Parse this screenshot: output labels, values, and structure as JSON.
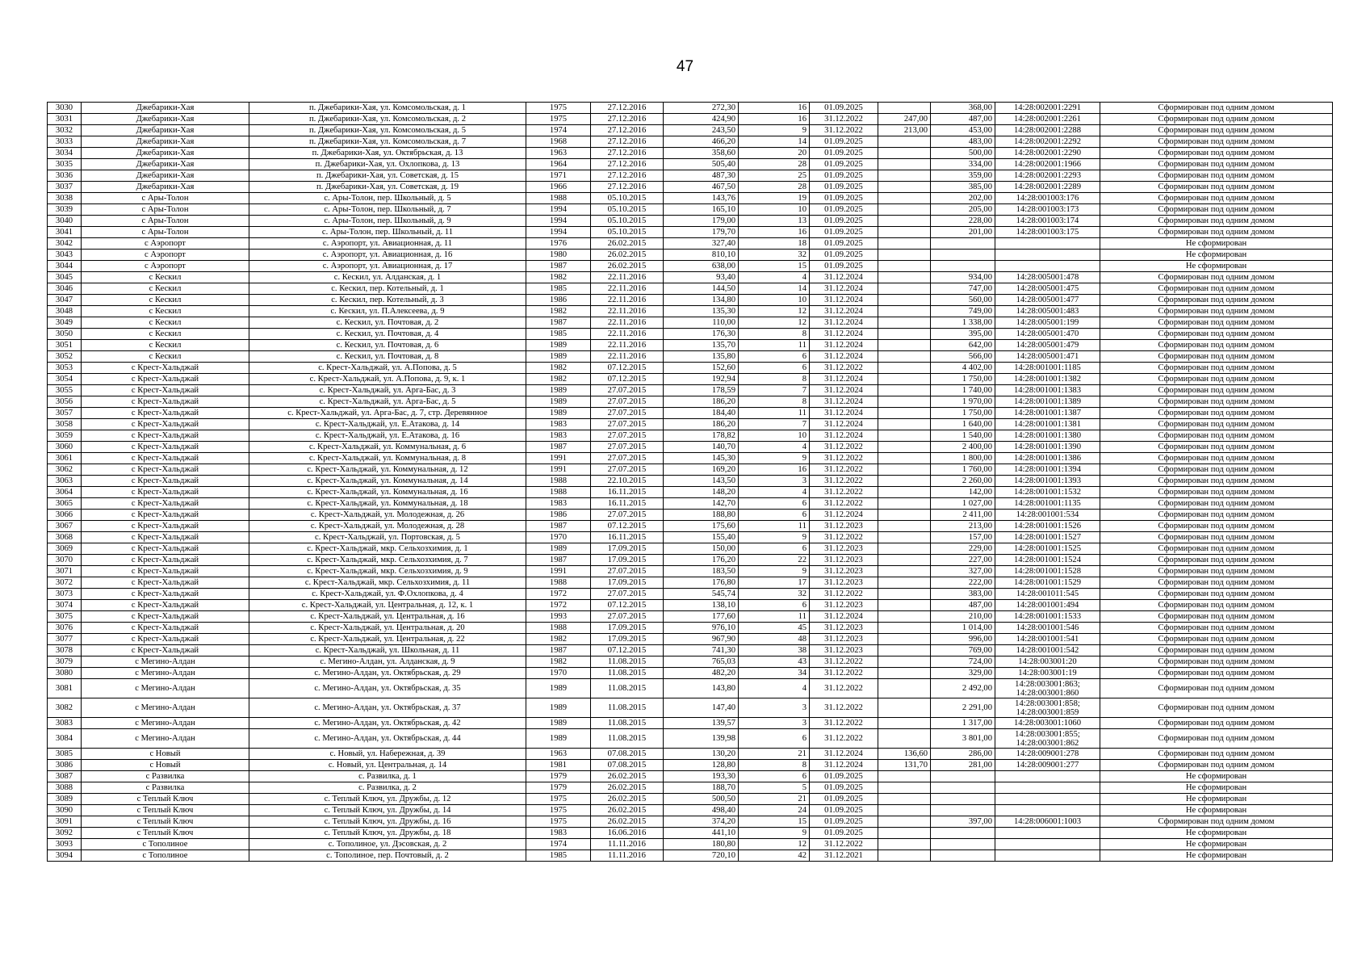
{
  "page_number": "47",
  "rows": [
    [
      "3030",
      "Джебарики-Хая",
      "п. Джебарики-Хая, ул. Комсомольская, д. 1",
      "1975",
      "27.12.2016",
      "272,30",
      "16",
      "01.09.2025",
      "",
      "368,00",
      "14:28:002001:2291",
      "Сформирован под одним домом"
    ],
    [
      "3031",
      "Джебарики-Хая",
      "п. Джебарики-Хая, ул. Комсомольская, д. 2",
      "1975",
      "27.12.2016",
      "424,90",
      "16",
      "31.12.2022",
      "247,00",
      "487,00",
      "14:28:002001:2261",
      "Сформирован под одним домом"
    ],
    [
      "3032",
      "Джебарики-Хая",
      "п. Джебарики-Хая, ул. Комсомольская, д. 5",
      "1974",
      "27.12.2016",
      "243,50",
      "9",
      "31.12.2022",
      "213,00",
      "453,00",
      "14:28:002001:2288",
      "Сформирован под одним домом"
    ],
    [
      "3033",
      "Джебарики-Хая",
      "п. Джебарики-Хая, ул. Комсомольская, д. 7",
      "1968",
      "27.12.2016",
      "466,20",
      "14",
      "01.09.2025",
      "",
      "483,00",
      "14:28:002001:2292",
      "Сформирован под одним домом"
    ],
    [
      "3034",
      "Джебарики-Хая",
      "п. Джебарики-Хая, ул. Октябрьская, д. 13",
      "1963",
      "27.12.2016",
      "358,60",
      "20",
      "01.09.2025",
      "",
      "500,00",
      "14:28:002001:2290",
      "Сформирован под одним домом"
    ],
    [
      "3035",
      "Джебарики-Хая",
      "п. Джебарики-Хая, ул. Охлопкова, д. 13",
      "1964",
      "27.12.2016",
      "505,40",
      "28",
      "01.09.2025",
      "",
      "334,00",
      "14:28:002001:1966",
      "Сформирован под одним домом"
    ],
    [
      "3036",
      "Джебарики-Хая",
      "п. Джебарики-Хая, ул. Советская, д. 15",
      "1971",
      "27.12.2016",
      "487,30",
      "25",
      "01.09.2025",
      "",
      "359,00",
      "14:28:002001:2293",
      "Сформирован под одним домом"
    ],
    [
      "3037",
      "Джебарики-Хая",
      "п. Джебарики-Хая, ул. Советская, д. 19",
      "1966",
      "27.12.2016",
      "467,50",
      "28",
      "01.09.2025",
      "",
      "385,00",
      "14:28:002001:2289",
      "Сформирован под одним домом"
    ],
    [
      "3038",
      "с Ары-Толон",
      "с. Ары-Толон, пер. Школьный, д. 5",
      "1988",
      "05.10.2015",
      "143,76",
      "19",
      "01.09.2025",
      "",
      "202,00",
      "14:28:001003:176",
      "Сформирован под одним домом"
    ],
    [
      "3039",
      "с Ары-Толон",
      "с. Ары-Толон, пер. Школьный, д. 7",
      "1994",
      "05.10.2015",
      "165,10",
      "10",
      "01.09.2025",
      "",
      "205,00",
      "14:28:001003:173",
      "Сформирован под одним домом"
    ],
    [
      "3040",
      "с Ары-Толон",
      "с. Ары-Толон, пер. Школьный, д. 9",
      "1994",
      "05.10.2015",
      "179,00",
      "13",
      "01.09.2025",
      "",
      "228,00",
      "14:28:001003:174",
      "Сформирован под одним домом"
    ],
    [
      "3041",
      "с Ары-Толон",
      "с. Ары-Толон, пер. Школьный, д. 11",
      "1994",
      "05.10.2015",
      "179,70",
      "16",
      "01.09.2025",
      "",
      "201,00",
      "14:28:001003:175",
      "Сформирован под одним домом"
    ],
    [
      "3042",
      "с Аэропорт",
      "с. Аэропорт, ул. Авиационная, д. 11",
      "1976",
      "26.02.2015",
      "327,40",
      "18",
      "01.09.2025",
      "",
      "",
      "",
      "Не сформирован"
    ],
    [
      "3043",
      "с Аэропорт",
      "с. Аэропорт, ул. Авиационная, д. 16",
      "1980",
      "26.02.2015",
      "810,10",
      "32",
      "01.09.2025",
      "",
      "",
      "",
      "Не сформирован"
    ],
    [
      "3044",
      "с Аэропорт",
      "с. Аэропорт, ул. Авиационная, д. 17",
      "1987",
      "26.02.2015",
      "638,00",
      "15",
      "01.09.2025",
      "",
      "",
      "",
      "Не сформирован"
    ],
    [
      "3045",
      "с Кескил",
      "с. Кескил, ул. Алданская, д. 1",
      "1982",
      "22.11.2016",
      "93,40",
      "4",
      "31.12.2024",
      "",
      "934,00",
      "14:28:005001:478",
      "Сформирован под одним домом"
    ],
    [
      "3046",
      "с Кескил",
      "с. Кескил, пер. Котельный, д. 1",
      "1985",
      "22.11.2016",
      "144,50",
      "14",
      "31.12.2024",
      "",
      "747,00",
      "14:28:005001:475",
      "Сформирован под одним домом"
    ],
    [
      "3047",
      "с Кескил",
      "с. Кескил, пер. Котельный, д. 3",
      "1986",
      "22.11.2016",
      "134,80",
      "10",
      "31.12.2024",
      "",
      "560,00",
      "14:28:005001:477",
      "Сформирован под одним домом"
    ],
    [
      "3048",
      "с Кескил",
      "с. Кескил, ул. П.Алексеева, д. 9",
      "1982",
      "22.11.2016",
      "135,30",
      "12",
      "31.12.2024",
      "",
      "749,00",
      "14:28:005001:483",
      "Сформирован под одним домом"
    ],
    [
      "3049",
      "с Кескил",
      "с. Кескил, ул. Почтовая, д. 2",
      "1987",
      "22.11.2016",
      "110,00",
      "12",
      "31.12.2024",
      "",
      "1 338,00",
      "14:28:005001:199",
      "Сформирован под одним домом"
    ],
    [
      "3050",
      "с Кескил",
      "с. Кескил, ул. Почтовая, д. 4",
      "1985",
      "22.11.2016",
      "176,30",
      "8",
      "31.12.2024",
      "",
      "395,00",
      "14:28:005001:470",
      "Сформирован под одним домом"
    ],
    [
      "3051",
      "с Кескил",
      "с. Кескил, ул. Почтовая, д. 6",
      "1989",
      "22.11.2016",
      "135,70",
      "11",
      "31.12.2024",
      "",
      "642,00",
      "14:28:005001:479",
      "Сформирован под одним домом"
    ],
    [
      "3052",
      "с Кескил",
      "с. Кескил, ул. Почтовая, д. 8",
      "1989",
      "22.11.2016",
      "135,80",
      "6",
      "31.12.2024",
      "",
      "566,00",
      "14:28:005001:471",
      "Сформирован под одним домом"
    ],
    [
      "3053",
      "с Крест-Хальджай",
      "с. Крест-Хальджай, ул. А.Попова, д. 5",
      "1982",
      "07.12.2015",
      "152,60",
      "6",
      "31.12.2022",
      "",
      "4 402,00",
      "14:28:001001:1185",
      "Сформирован под одним домом"
    ],
    [
      "3054",
      "с Крест-Хальджай",
      "с. Крест-Хальджай, ул. А.Попова, д. 9, к. 1",
      "1982",
      "07.12.2015",
      "192,94",
      "8",
      "31.12.2024",
      "",
      "1 750,00",
      "14:28:001001:1382",
      "Сформирован под одним домом"
    ],
    [
      "3055",
      "с Крест-Хальджай",
      "с. Крест-Хальджай, ул. Арга-Бас, д. 3",
      "1989",
      "27.07.2015",
      "178,59",
      "7",
      "31.12.2024",
      "",
      "1 740,00",
      "14:28:001001:1383",
      "Сформирован под одним домом"
    ],
    [
      "3056",
      "с Крест-Хальджай",
      "с. Крест-Хальджай, ул. Арга-Бас, д. 5",
      "1989",
      "27.07.2015",
      "186,20",
      "8",
      "31.12.2024",
      "",
      "1 970,00",
      "14:28:001001:1389",
      "Сформирован под одним домом"
    ],
    [
      "3057",
      "с Крест-Хальджай",
      "с. Крест-Хальджай, ул. Арга-Бас, д. 7, стр. Деревянное",
      "1989",
      "27.07.2015",
      "184,40",
      "11",
      "31.12.2024",
      "",
      "1 750,00",
      "14:28:001001:1387",
      "Сформирован под одним домом"
    ],
    [
      "3058",
      "с Крест-Хальджай",
      "с. Крест-Хальджай, ул. Е.Атакова, д. 14",
      "1983",
      "27.07.2015",
      "186,20",
      "7",
      "31.12.2024",
      "",
      "1 640,00",
      "14:28:001001:1381",
      "Сформирован под одним домом"
    ],
    [
      "3059",
      "с Крест-Хальджай",
      "с. Крест-Хальджай, ул. Е.Атакова, д. 16",
      "1983",
      "27.07.2015",
      "178,82",
      "10",
      "31.12.2024",
      "",
      "1 540,00",
      "14:28:001001:1380",
      "Сформирован под одним домом"
    ],
    [
      "3060",
      "с Крест-Хальджай",
      "с. Крест-Хальджай, ул. Коммунальная, д. 6",
      "1987",
      "27.07.2015",
      "140,70",
      "4",
      "31.12.2022",
      "",
      "2 400,00",
      "14:28:001001:1390",
      "Сформирован под одним домом"
    ],
    [
      "3061",
      "с Крест-Хальджай",
      "с. Крест-Хальджай, ул. Коммунальная, д. 8",
      "1991",
      "27.07.2015",
      "145,30",
      "9",
      "31.12.2022",
      "",
      "1 800,00",
      "14:28:001001:1386",
      "Сформирован под одним домом"
    ],
    [
      "3062",
      "с Крест-Хальджай",
      "с. Крест-Хальджай, ул. Коммунальная, д. 12",
      "1991",
      "27.07.2015",
      "169,20",
      "16",
      "31.12.2022",
      "",
      "1 760,00",
      "14:28:001001:1394",
      "Сформирован под одним домом"
    ],
    [
      "3063",
      "с Крест-Хальджай",
      "с. Крест-Хальджай, ул. Коммунальная, д. 14",
      "1988",
      "22.10.2015",
      "143,50",
      "3",
      "31.12.2022",
      "",
      "2 260,00",
      "14:28:001001:1393",
      "Сформирован под одним домом"
    ],
    [
      "3064",
      "с Крест-Хальджай",
      "с. Крест-Хальджай, ул. Коммунальная, д. 16",
      "1988",
      "16.11.2015",
      "148,20",
      "4",
      "31.12.2022",
      "",
      "142,00",
      "14:28:001001:1532",
      "Сформирован под одним домом"
    ],
    [
      "3065",
      "с Крест-Хальджай",
      "с. Крест-Хальджай, ул. Коммунальная, д. 18",
      "1983",
      "16.11.2015",
      "142,70",
      "6",
      "31.12.2022",
      "",
      "1 027,00",
      "14:28:001001:1135",
      "Сформирован под одним домом"
    ],
    [
      "3066",
      "с Крест-Хальджай",
      "с. Крест-Хальджай, ул. Молодежная, д. 26",
      "1986",
      "27.07.2015",
      "188,80",
      "6",
      "31.12.2024",
      "",
      "2 411,00",
      "14:28:001001:534",
      "Сформирован под одним домом"
    ],
    [
      "3067",
      "с Крест-Хальджай",
      "с. Крест-Хальджай, ул. Молодежная, д. 28",
      "1987",
      "07.12.2015",
      "175,60",
      "11",
      "31.12.2023",
      "",
      "213,00",
      "14:28:001001:1526",
      "Сформирован под одним домом"
    ],
    [
      "3068",
      "с Крест-Хальджай",
      "с. Крест-Хальджай, ул. Портовская, д. 5",
      "1970",
      "16.11.2015",
      "155,40",
      "9",
      "31.12.2022",
      "",
      "157,00",
      "14:28:001001:1527",
      "Сформирован под одним домом"
    ],
    [
      "3069",
      "с Крест-Хальджай",
      "с. Крест-Хальджай, мкр. Сельхозхимия, д. 1",
      "1989",
      "17.09.2015",
      "150,00",
      "6",
      "31.12.2023",
      "",
      "229,00",
      "14:28:001001:1525",
      "Сформирован под одним домом"
    ],
    [
      "3070",
      "с Крест-Хальджай",
      "с. Крест-Хальджай, мкр. Сельхозхимия, д. 7",
      "1987",
      "17.09.2015",
      "176,20",
      "22",
      "31.12.2023",
      "",
      "227,00",
      "14:28:001001:1524",
      "Сформирован под одним домом"
    ],
    [
      "3071",
      "с Крест-Хальджай",
      "с. Крест-Хальджай, мкр. Сельхозхимия, д. 9",
      "1991",
      "27.07.2015",
      "183,50",
      "9",
      "31.12.2023",
      "",
      "327,00",
      "14:28:001001:1528",
      "Сформирован под одним домом"
    ],
    [
      "3072",
      "с Крест-Хальджай",
      "с. Крест-Хальджай, мкр. Сельхозхимия, д. 11",
      "1988",
      "17.09.2015",
      "176,80",
      "17",
      "31.12.2023",
      "",
      "222,00",
      "14:28:001001:1529",
      "Сформирован под одним домом"
    ],
    [
      "3073",
      "с Крест-Хальджай",
      "с. Крест-Хальджай, ул. Ф.Охлопкова, д. 4",
      "1972",
      "27.07.2015",
      "545,74",
      "32",
      "31.12.2022",
      "",
      "383,00",
      "14:28:001011:545",
      "Сформирован под одним домом"
    ],
    [
      "3074",
      "с Крест-Хальджай",
      "с. Крест-Хальджай, ул. Центральная, д. 12, к. 1",
      "1972",
      "07.12.2015",
      "138,10",
      "6",
      "31.12.2023",
      "",
      "487,00",
      "14:28:001001:494",
      "Сформирован под одним домом"
    ],
    [
      "3075",
      "с Крест-Хальджай",
      "с. Крест-Хальджай, ул. Центральная, д. 16",
      "1993",
      "27.07.2015",
      "177,60",
      "11",
      "31.12.2024",
      "",
      "210,00",
      "14:28:001001:1533",
      "Сформирован под одним домом"
    ],
    [
      "3076",
      "с Крест-Хальджай",
      "с. Крест-Хальджай, ул. Центральная, д. 20",
      "1988",
      "17.09.2015",
      "976,10",
      "45",
      "31.12.2023",
      "",
      "1 014,00",
      "14:28:001001:546",
      "Сформирован под одним домом"
    ],
    [
      "3077",
      "с Крест-Хальджай",
      "с. Крест-Хальджай, ул. Центральная, д. 22",
      "1982",
      "17.09.2015",
      "967,90",
      "48",
      "31.12.2023",
      "",
      "996,00",
      "14:28:001001:541",
      "Сформирован под одним домом"
    ],
    [
      "3078",
      "с Крест-Хальджай",
      "с. Крест-Хальджай, ул. Школьная, д. 11",
      "1987",
      "07.12.2015",
      "741,30",
      "38",
      "31.12.2023",
      "",
      "769,00",
      "14:28:001001:542",
      "Сформирован под одним домом"
    ],
    [
      "3079",
      "с Мегино-Алдан",
      "с. Мегино-Алдан, ул. Алданская, д. 9",
      "1982",
      "11.08.2015",
      "765,03",
      "43",
      "31.12.2022",
      "",
      "724,00",
      "14:28:003001:20",
      "Сформирован под одним домом"
    ],
    [
      "3080",
      "с Мегино-Алдан",
      "с. Мегино-Алдан, ул. Октябрьская, д. 29",
      "1970",
      "11.08.2015",
      "482,20",
      "34",
      "31.12.2022",
      "",
      "329,00",
      "14:28:003001:19",
      "Сформирован под одним домом"
    ],
    [
      "3081",
      "с Мегино-Алдан",
      "с. Мегино-Алдан, ул. Октябрьская, д. 35",
      "1989",
      "11.08.2015",
      "143,80",
      "4",
      "31.12.2022",
      "",
      "2 492,00",
      "14:28:003001:863; 14:28:003001:860",
      "Сформирован под одним домом"
    ],
    [
      "3082",
      "с Мегино-Алдан",
      "с. Мегино-Алдан, ул. Октябрьская, д. 37",
      "1989",
      "11.08.2015",
      "147,40",
      "3",
      "31.12.2022",
      "",
      "2 291,00",
      "14:28:003001:858; 14:28:003001:859",
      "Сформирован под одним домом"
    ],
    [
      "3083",
      "с Мегино-Алдан",
      "с. Мегино-Алдан, ул. Октябрьская, д. 42",
      "1989",
      "11.08.2015",
      "139,57",
      "3",
      "31.12.2022",
      "",
      "1 317,00",
      "14:28:003001:1060",
      "Сформирован под одним домом"
    ],
    [
      "3084",
      "с Мегино-Алдан",
      "с. Мегино-Алдан, ул. Октябрьская, д. 44",
      "1989",
      "11.08.2015",
      "139,98",
      "6",
      "31.12.2022",
      "",
      "3 801,00",
      "14:28:003001:855; 14:28:003001:862",
      "Сформирован под одним домом"
    ],
    [
      "3085",
      "с Новый",
      "с. Новый, ул. Набережная, д. 39",
      "1963",
      "07.08.2015",
      "130,20",
      "21",
      "31.12.2024",
      "136,60",
      "286,00",
      "14:28:009001:278",
      "Сформирован под одним домом"
    ],
    [
      "3086",
      "с Новый",
      "с. Новый, ул. Центральная, д. 14",
      "1981",
      "07.08.2015",
      "128,80",
      "8",
      "31.12.2024",
      "131,70",
      "281,00",
      "14:28:009001:277",
      "Сформирован под одним домом"
    ],
    [
      "3087",
      "с Развилка",
      "с. Развилка, д. 1",
      "1979",
      "26.02.2015",
      "193,30",
      "6",
      "01.09.2025",
      "",
      "",
      "",
      "Не сформирован"
    ],
    [
      "3088",
      "с Развилка",
      "с. Развилка, д. 2",
      "1979",
      "26.02.2015",
      "188,70",
      "5",
      "01.09.2025",
      "",
      "",
      "",
      "Не сформирован"
    ],
    [
      "3089",
      "с Теплый Ключ",
      "с. Теплый Ключ, ул. Дружбы, д. 12",
      "1975",
      "26.02.2015",
      "500,50",
      "21",
      "01.09.2025",
      "",
      "",
      "",
      "Не сформирован"
    ],
    [
      "3090",
      "с Теплый Ключ",
      "с. Теплый Ключ, ул. Дружбы, д. 14",
      "1975",
      "26.02.2015",
      "498,40",
      "24",
      "01.09.2025",
      "",
      "",
      "",
      "Не сформирован"
    ],
    [
      "3091",
      "с Теплый Ключ",
      "с. Теплый Ключ, ул. Дружбы, д. 16",
      "1975",
      "26.02.2015",
      "374,20",
      "15",
      "01.09.2025",
      "",
      "397,00",
      "14:28:006001:1003",
      "Сформирован под одним домом"
    ],
    [
      "3092",
      "с Теплый Ключ",
      "с. Теплый Ключ, ул. Дружбы, д. 18",
      "1983",
      "16.06.2016",
      "441,10",
      "9",
      "01.09.2025",
      "",
      "",
      "",
      "Не сформирован"
    ],
    [
      "3093",
      "с Тополиное",
      "с. Тополиное, ул. Дэсовская, д. 2",
      "1974",
      "11.11.2016",
      "180,80",
      "12",
      "31.12.2022",
      "",
      "",
      "",
      "Не сформирован"
    ],
    [
      "3094",
      "с Тополиное",
      "с. Тополиное, пер. Почтовый, д. 2",
      "1985",
      "11.11.2016",
      "720,10",
      "42",
      "31.12.2021",
      "",
      "",
      "",
      "Не сформирован"
    ]
  ]
}
